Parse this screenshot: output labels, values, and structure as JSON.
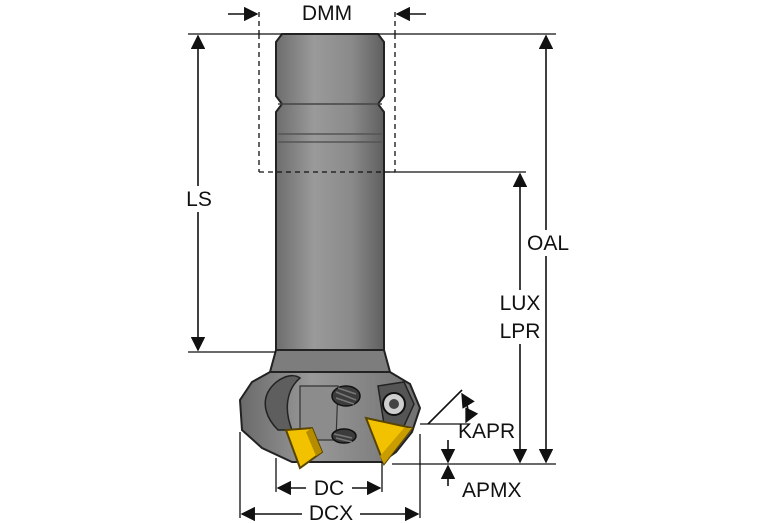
{
  "diagram": {
    "labels": {
      "dmm": "DMM",
      "ls": "LS",
      "oal": "OAL",
      "lux": "LUX",
      "lpr": "LPR",
      "kapr": "KAPR",
      "dc": "DC",
      "apmx": "APMX",
      "dcx": "DCX"
    },
    "colors": {
      "line": "#111111",
      "shank": "#8d8d8d",
      "shank_dark": "#6f6f6f",
      "insert": "#f2c200",
      "insert_dark": "#b58c00"
    }
  }
}
